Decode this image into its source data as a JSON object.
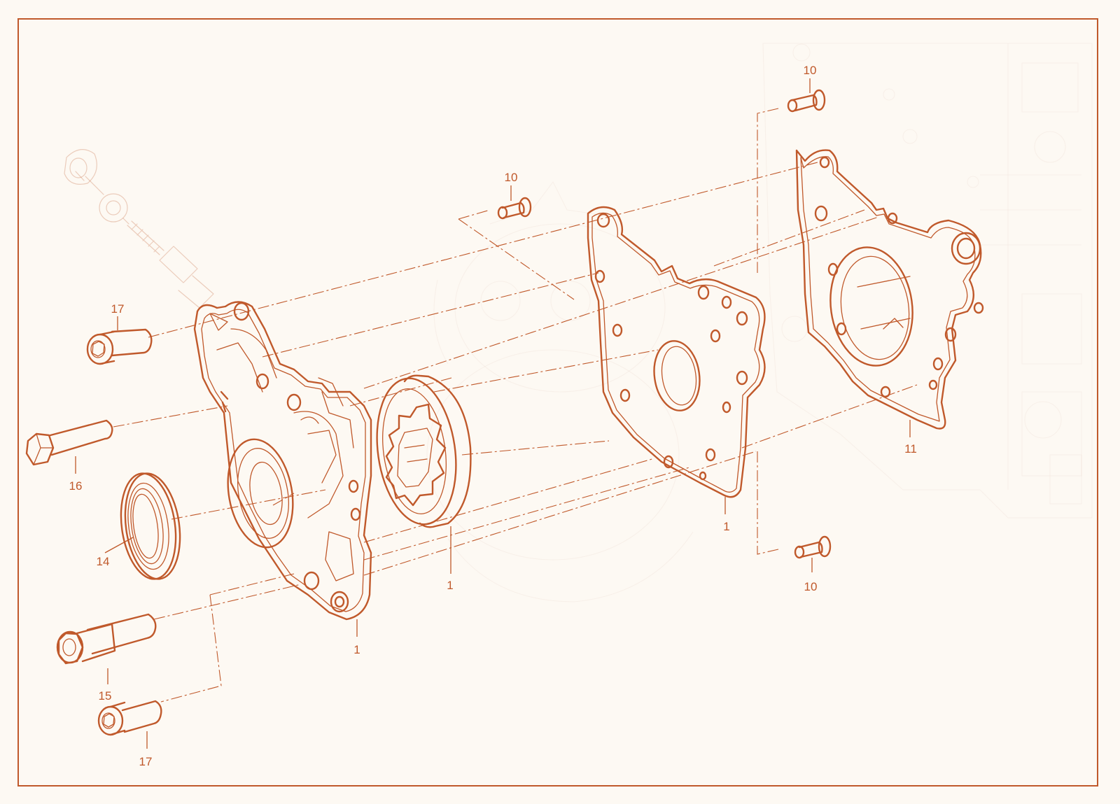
{
  "colors": {
    "accent": "#c0592b",
    "background": "#fdf9f3",
    "frame": "#c0592b",
    "faint": "#d9c2b0"
  },
  "callouts": [
    {
      "id": "c10-top",
      "label": "10"
    },
    {
      "id": "c10-mid",
      "label": "10"
    },
    {
      "id": "c10-bottom",
      "label": "10"
    },
    {
      "id": "c11",
      "label": "11"
    },
    {
      "id": "c1-plate",
      "label": "1"
    },
    {
      "id": "c1-rotor",
      "label": "1"
    },
    {
      "id": "c1-housing",
      "label": "1"
    },
    {
      "id": "c17-top",
      "label": "17"
    },
    {
      "id": "c16",
      "label": "16"
    },
    {
      "id": "c14",
      "label": "14"
    },
    {
      "id": "c15",
      "label": "15"
    },
    {
      "id": "c17-bottom",
      "label": "17"
    }
  ]
}
